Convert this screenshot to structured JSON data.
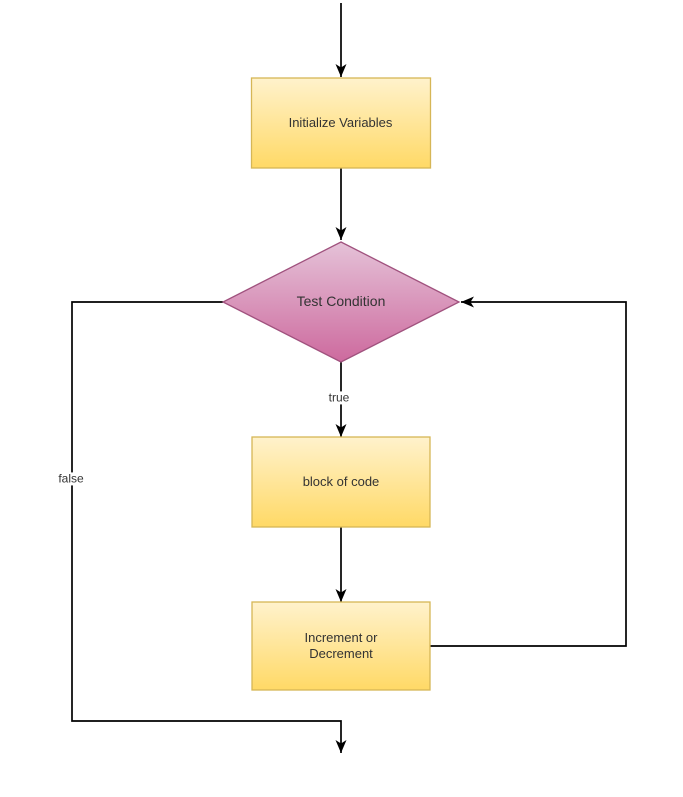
{
  "diagram": {
    "type": "flowchart",
    "nodes": {
      "initialize": {
        "label": "Initialize Variables",
        "shape": "process"
      },
      "condition": {
        "label": "Test Condition",
        "shape": "decision"
      },
      "block": {
        "label": "block of code",
        "shape": "process"
      },
      "increment": {
        "label": "Increment or Decrement",
        "shape": "process"
      }
    },
    "connections": [
      {
        "from": "entry",
        "to": "initialize",
        "label": ""
      },
      {
        "from": "initialize",
        "to": "condition",
        "label": ""
      },
      {
        "from": "condition",
        "to": "block",
        "label": "true"
      },
      {
        "from": "block",
        "to": "increment",
        "label": ""
      },
      {
        "from": "increment",
        "to": "condition",
        "label": ""
      },
      {
        "from": "condition",
        "to": "exit",
        "label": "false"
      }
    ],
    "colors": {
      "process_fill_top": "#fff2cc",
      "process_fill_bottom": "#ffd966",
      "process_stroke": "#d6b656",
      "decision_fill_top": "#e5c2d8",
      "decision_fill_bottom": "#cd6a9e",
      "decision_stroke": "#a0527e",
      "connector": "#000000",
      "label_text": "#333333",
      "background": "#ffffff"
    }
  }
}
